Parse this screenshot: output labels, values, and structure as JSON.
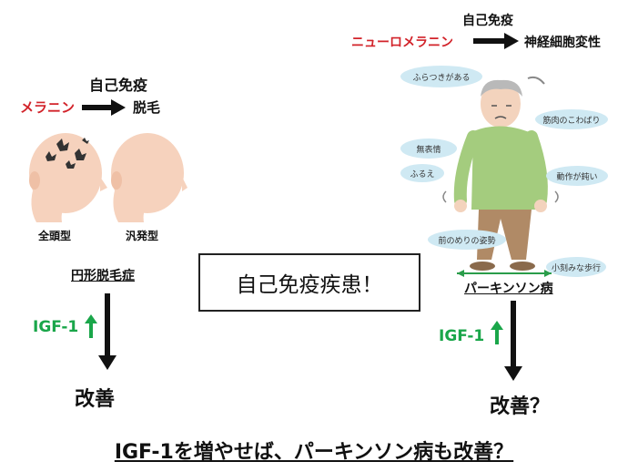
{
  "left": {
    "autoimmune_label": "自己免疫",
    "antigen": "メラニン",
    "result": "脱毛",
    "head_labels": [
      "全頭型",
      "汎発型"
    ],
    "disease": "円形脱毛症",
    "igf": "IGF-1",
    "outcome": "改善"
  },
  "right": {
    "autoimmune_label": "自己免疫",
    "antigen": "ニューロメラニン",
    "result": "神経細胞変性",
    "symptoms": [
      "ふらつきがある",
      "筋肉のこわばり",
      "無表情",
      "ふるえ",
      "動作が鈍い",
      "前のめりの姿勢",
      "小刻みな歩行"
    ],
    "disease": "パーキンソン病",
    "igf": "IGF-1",
    "outcome": "改善？"
  },
  "center_box": "自己免疫疾患！",
  "bottom_question": "IGF-1を増やせば、パーキンソン病も改善？",
  "colors": {
    "red": "#d2232a",
    "green": "#1aa64a",
    "bubble": "#cfe9f3",
    "skin": "#f6d2bd"
  }
}
